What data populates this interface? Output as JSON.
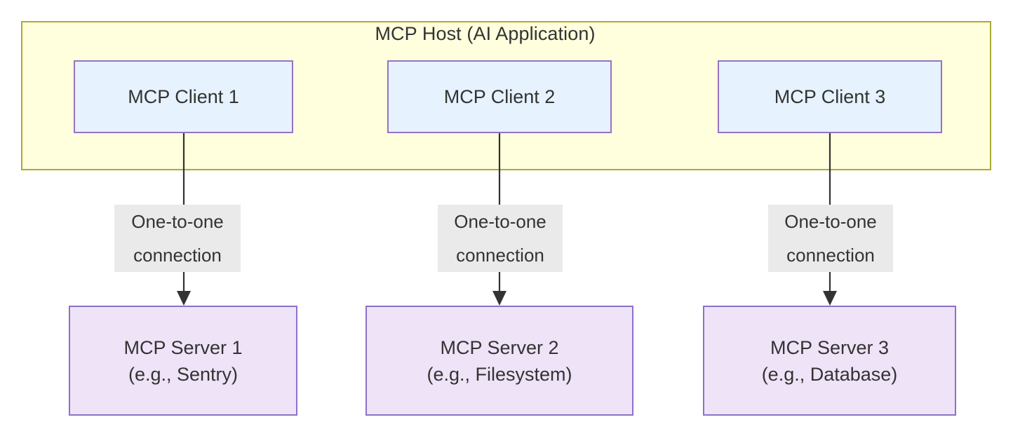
{
  "diagram": {
    "title": "MCP Host (AI Application)",
    "colors": {
      "host_fill": "#ffffde",
      "host_stroke": "#aaaa33",
      "client_fill": "#e6f2fd",
      "client_stroke": "#9673c4",
      "server_fill": "#efe3f7",
      "server_stroke": "#8a72c8",
      "edge_stroke": "#333333",
      "edge_label_bg": "#eaeaea",
      "text": "#333333"
    },
    "clients": [
      {
        "label": "MCP Client 1"
      },
      {
        "label": "MCP Client 2"
      },
      {
        "label": "MCP Client 3"
      }
    ],
    "servers": [
      {
        "label": "MCP Server 1\n(e.g., Sentry)"
      },
      {
        "label": "MCP Server 2\n(e.g., Filesystem)"
      },
      {
        "label": "MCP Server 3\n(e.g., Database)"
      }
    ],
    "edges": [
      {
        "label": "One-to-one\nconnection",
        "from": "MCP Client 1",
        "to": "MCP Server 1"
      },
      {
        "label": "One-to-one\nconnection",
        "from": "MCP Client 2",
        "to": "MCP Server 2"
      },
      {
        "label": "One-to-one\nconnection",
        "from": "MCP Client 3",
        "to": "MCP Server 3"
      }
    ]
  }
}
